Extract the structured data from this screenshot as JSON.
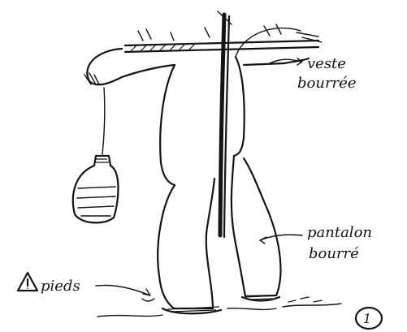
{
  "labels": {
    "veste_line1": "veste",
    "veste_line2": "bourrée",
    "pantalon_line1": "pantalon",
    "pantalon_line2": "bourré",
    "warning_glyph": "⚠",
    "pieds": "pieds",
    "page_number": "1"
  },
  "colors": {
    "ink": "#141414",
    "paper": "#ffffff"
  },
  "icons": {
    "warning": "warning-triangle-icon"
  }
}
